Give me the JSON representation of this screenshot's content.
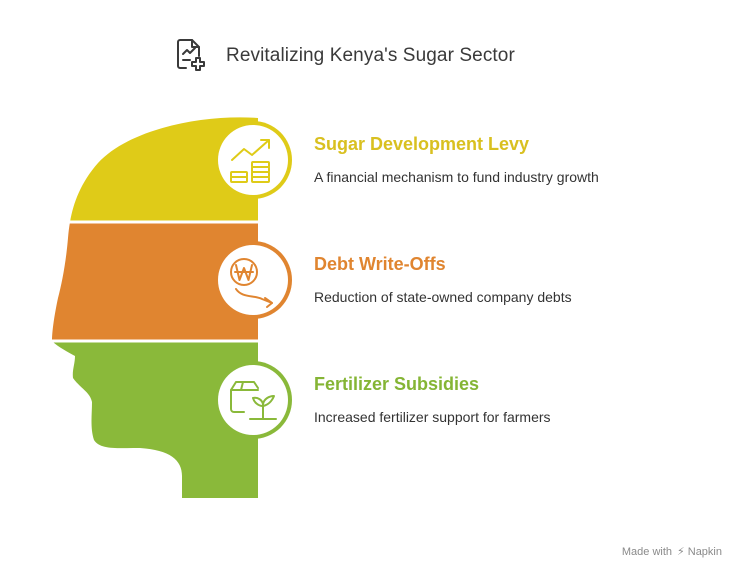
{
  "header": {
    "title": "Revitalizing Kenya's Sugar Sector",
    "icon": "document-chart-plus-icon"
  },
  "items": [
    {
      "title": "Sugar Development Levy",
      "description": "A financial mechanism to fund industry growth",
      "color": "#DFCB18",
      "title_color": "#D9C020",
      "icon": "coins-growth-chart-icon"
    },
    {
      "title": "Debt Write-Offs",
      "description": "Reduction of state-owned company debts",
      "color": "#E08530",
      "title_color": "#E08530",
      "icon": "won-coin-down-arrow-icon"
    },
    {
      "title": "Fertilizer Subsidies",
      "description": "Increased fertilizer support for farmers",
      "color": "#8AB93A",
      "title_color": "#85B535",
      "icon": "box-plant-sprout-icon"
    }
  ],
  "footer": {
    "made_with": "Made with",
    "brand": "Napkin"
  }
}
